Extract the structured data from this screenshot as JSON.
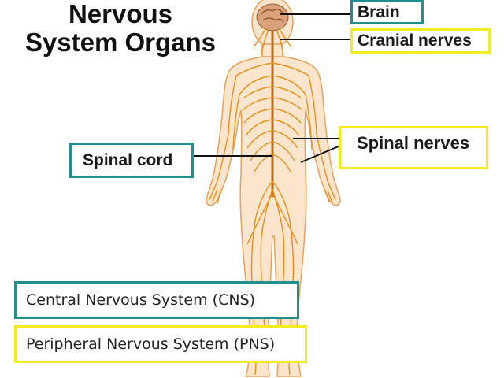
{
  "title": {
    "line1": "Nervous",
    "line2": "System Organs"
  },
  "labels": {
    "brain": "Brain",
    "cranial_nerves": "Cranial nerves",
    "spinal_nerves": "Spinal nerves",
    "spinal_cord": "Spinal cord"
  },
  "legend": {
    "cns": "Central Nervous System (CNS)",
    "pns": "Peripheral Nervous System (PNS)"
  },
  "colors": {
    "cns_border": "#1f8f8f",
    "pns_border": "#f5eb1e",
    "body_fill": "#fbe6cd",
    "body_outline": "#e6a25a",
    "nerve": "#e8901c",
    "spinal_cord": "#b86a1a",
    "brain": "#d9a27a"
  }
}
